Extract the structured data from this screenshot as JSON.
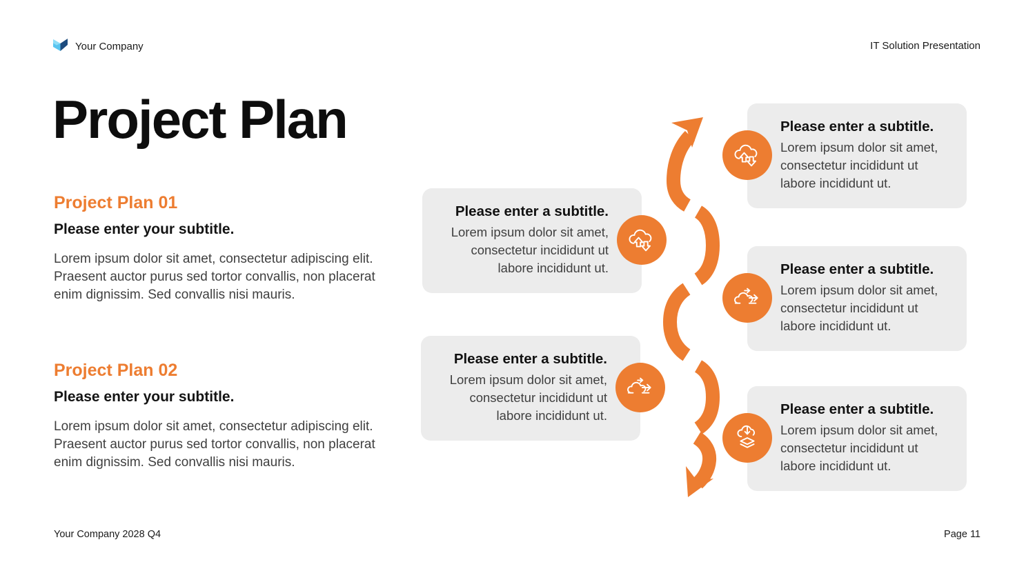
{
  "header": {
    "company_name": "Your Company",
    "presentation_title": "IT Solution Presentation"
  },
  "title": "Project Plan",
  "sections": [
    {
      "heading": "Project Plan 01",
      "subtitle": "Please enter your subtitle.",
      "body": "Lorem ipsum dolor sit amet, consectetur adipiscing elit. Praesent auctor purus sed tortor convallis, non placerat enim dignissim. Sed convallis nisi mauris."
    },
    {
      "heading": "Project Plan 02",
      "subtitle": "Please enter your subtitle.",
      "body": "Lorem ipsum dolor sit amet, consectetur adipiscing elit. Praesent auctor purus sed tortor convallis, non placerat enim dignissim. Sed convallis nisi mauris."
    }
  ],
  "timeline": {
    "cards": [
      {
        "side": "right",
        "title": "Please enter a subtitle.",
        "body": "Lorem ipsum dolor sit amet, consectetur incididunt ut labore incididunt ut.",
        "icon": "cloud-sync-icon"
      },
      {
        "side": "left",
        "title": "Please enter a subtitle.",
        "body": "Lorem ipsum dolor sit amet, consectetur incididunt ut labore incididunt ut.",
        "icon": "cloud-sync-icon"
      },
      {
        "side": "right",
        "title": "Please enter a subtitle.",
        "body": "Lorem ipsum dolor sit amet, consectetur incididunt ut labore incididunt ut.",
        "icon": "cloud-transfer-icon"
      },
      {
        "side": "left",
        "title": "Please enter a subtitle.",
        "body": "Lorem ipsum dolor sit amet, consectetur incididunt ut labore incididunt ut.",
        "icon": "cloud-transfer-icon"
      },
      {
        "side": "right",
        "title": "Please enter a subtitle.",
        "body": "Lorem ipsum dolor sit amet, consectetur incididunt ut labore incididunt ut.",
        "icon": "cloud-stack-icon"
      }
    ]
  },
  "footer": {
    "left": "Your Company 2028 Q4",
    "right": "Page 11"
  },
  "colors": {
    "accent_orange": "#ED7D31",
    "card_background": "#ECECEC",
    "body_text": "#3F3F3F",
    "heading_text": "#0D0D0D",
    "logo_light_blue": "#59C5F0",
    "logo_dark_blue": "#1E4C7E"
  }
}
